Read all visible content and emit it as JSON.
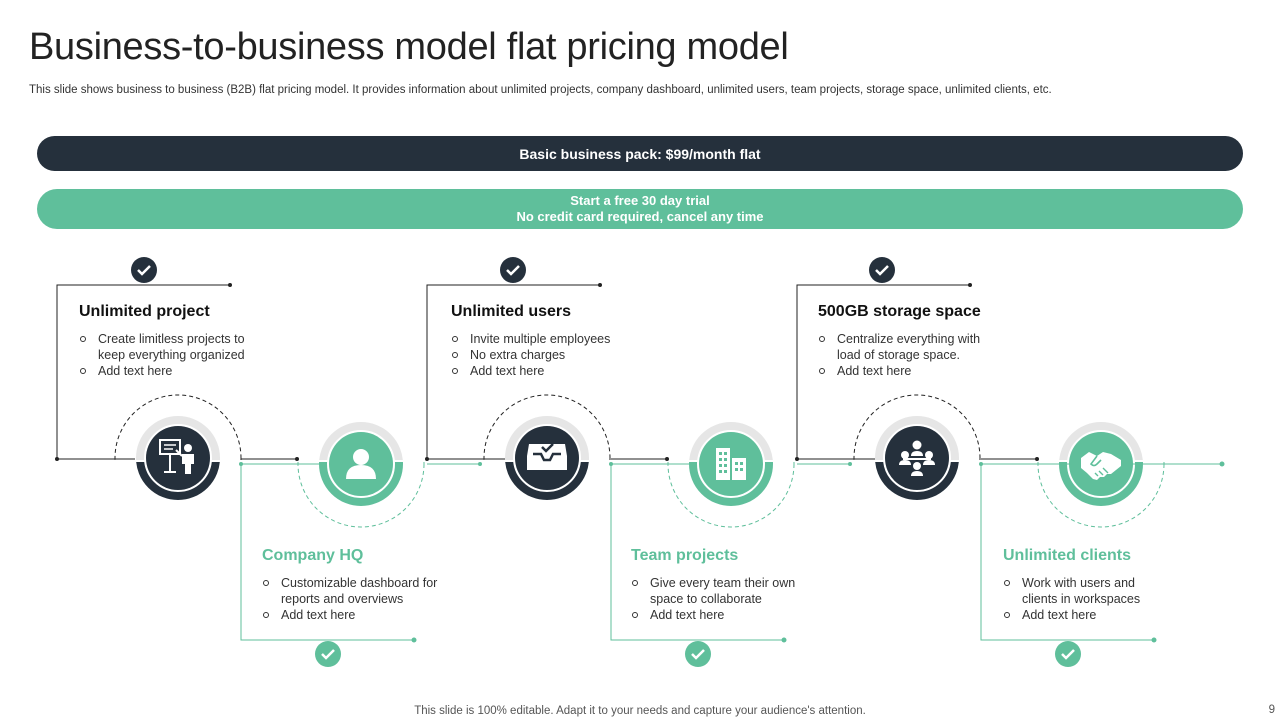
{
  "title": "Business-to-business  model flat pricing model",
  "subtitle": "This slide shows business to business (B2B) flat pricing model. It provides information about unlimited projects, company dashboard, unlimited users, team projects, storage space, unlimited clients, etc.",
  "banner_primary": "Basic business pack: $99/month flat",
  "banner_secondary": {
    "line1": "Start a free 30 day trial",
    "line2": "No credit card required, cancel any time"
  },
  "steps": [
    {
      "title": "Unlimited project",
      "tone": "dark",
      "icon": "presentation-icon",
      "items": [
        "Create limitless projects to keep everything  organized",
        "Add text here"
      ]
    },
    {
      "title": "Company HQ",
      "tone": "green",
      "icon": "user-icon",
      "items": [
        "Customizable dashboard for reports and overviews",
        "Add text here"
      ]
    },
    {
      "title": "Unlimited users",
      "tone": "dark",
      "icon": "inbox-icon",
      "items": [
        "Invite  multiple  employees",
        "No extra charges",
        "Add text here"
      ]
    },
    {
      "title": "Team projects",
      "tone": "green",
      "icon": "buildings-icon",
      "items": [
        "Give  every  team their own space to collaborate",
        "Add text here"
      ]
    },
    {
      "title": "500GB storage space",
      "tone": "dark",
      "icon": "team-icon",
      "items": [
        "Centralize  everything  with load of storage space.",
        "Add text here"
      ]
    },
    {
      "title": "Unlimited clients",
      "tone": "green",
      "icon": "handshake-icon",
      "items": [
        "Work with users and clients in workspaces",
        "Add text here"
      ]
    }
  ],
  "colors": {
    "dark": "#25303c",
    "green": "#5fbf9b"
  },
  "footer": "This slide is 100% editable. Adapt it to your needs and capture your audience's attention.",
  "page_number": "9"
}
